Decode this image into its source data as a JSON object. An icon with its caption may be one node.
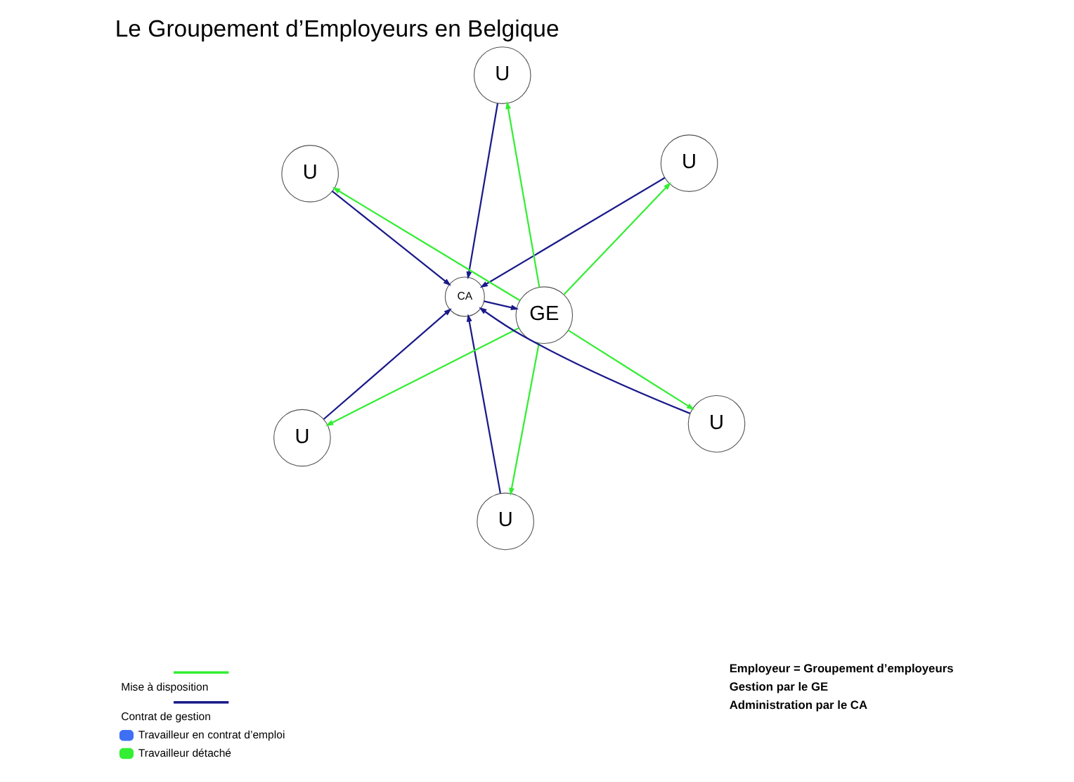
{
  "diagram": {
    "title": "Le Groupement d’Employeurs en Belgique",
    "nodes": [
      {
        "text": [
          "U"
        ]
      },
      {
        "text": [
          "U"
        ]
      },
      {
        "text": [
          "U"
        ]
      },
      {
        "text": [
          "CA"
        ]
      },
      {
        "text": [
          "U"
        ]
      },
      {
        "text": [
          "GE"
        ]
      },
      {
        "text": [
          "U"
        ]
      },
      {
        "text": [
          "U"
        ]
      }
    ],
    "edges": [
      {
        "from": 0,
        "to": 3,
        "arrow": "to"
      },
      {
        "from": 1,
        "to": 3,
        "arrow": "to"
      },
      {
        "from": 2,
        "to": 3,
        "arrow": "to"
      },
      {
        "from": 4,
        "to": 3,
        "arrow": "to"
      },
      {
        "from": 6,
        "to": 3,
        "arrow": "to"
      },
      {
        "from": 7,
        "to": 3,
        "arrow": "to"
      },
      {
        "from": 3,
        "to": 5,
        "arrow": "to"
      },
      {
        "from": 5,
        "to": 0,
        "arrow": "to",
        "color": "#33ee33"
      },
      {
        "from": 5,
        "to": 1,
        "arrow": "to",
        "color": "#33ee33"
      },
      {
        "from": 5,
        "to": 2,
        "arrow": "to",
        "color": "#33ee33"
      },
      {
        "from": 5,
        "to": 4,
        "arrow": "to",
        "color": "#33ee33"
      },
      {
        "from": 5,
        "to": 6,
        "arrow": "to",
        "color": "#33ee33"
      },
      {
        "from": 5,
        "to": 7,
        "arrow": "to",
        "color": "#33ee33"
      }
    ],
    "labels": [
      "Employeur = Groupement d’employeurs",
      "Gestion par le GE",
      "Administration par le CA"
    ],
    "legend": [
      {
        "text": "Mise à disposition"
      },
      {
        "text": "Contrat de gestion"
      },
      {
        "text": "Travailleur en contrat d’emploi",
        "color": "#3f6ff5"
      },
      {
        "text": "Travailleur détaché",
        "color": "#33ee33"
      }
    ]
  }
}
